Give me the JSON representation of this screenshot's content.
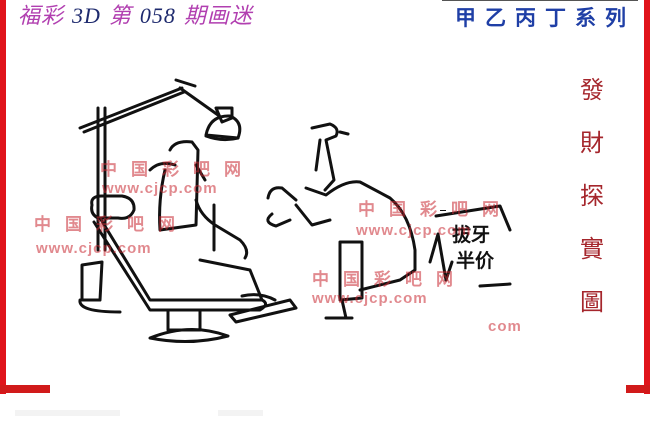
{
  "header": {
    "left_title_prefix": "福彩 ",
    "left_title_game": "3D",
    "left_title_mid": " 第 ",
    "issue_number": "058",
    "left_title_suffix": " 期画迷",
    "right_series_title": "甲乙丙丁系列"
  },
  "side_title": {
    "chars": [
      "發",
      "財",
      "探",
      "實",
      "圖"
    ]
  },
  "cartoon": {
    "scene": "dentist-pulling-tooth",
    "sign_line1": "拔牙",
    "sign_line2": "半价",
    "watermark_cn": "中国彩吧网",
    "watermark_url": "www.cjcp.com",
    "watermark_url_tail": "com"
  },
  "colors": {
    "frame_red": "#e0141b",
    "left_title": "#b13fb0",
    "issue_number": "#1e2a6e",
    "right_title": "#1f3fa6",
    "side_title": "#a5262c",
    "watermark": "#c82832"
  }
}
